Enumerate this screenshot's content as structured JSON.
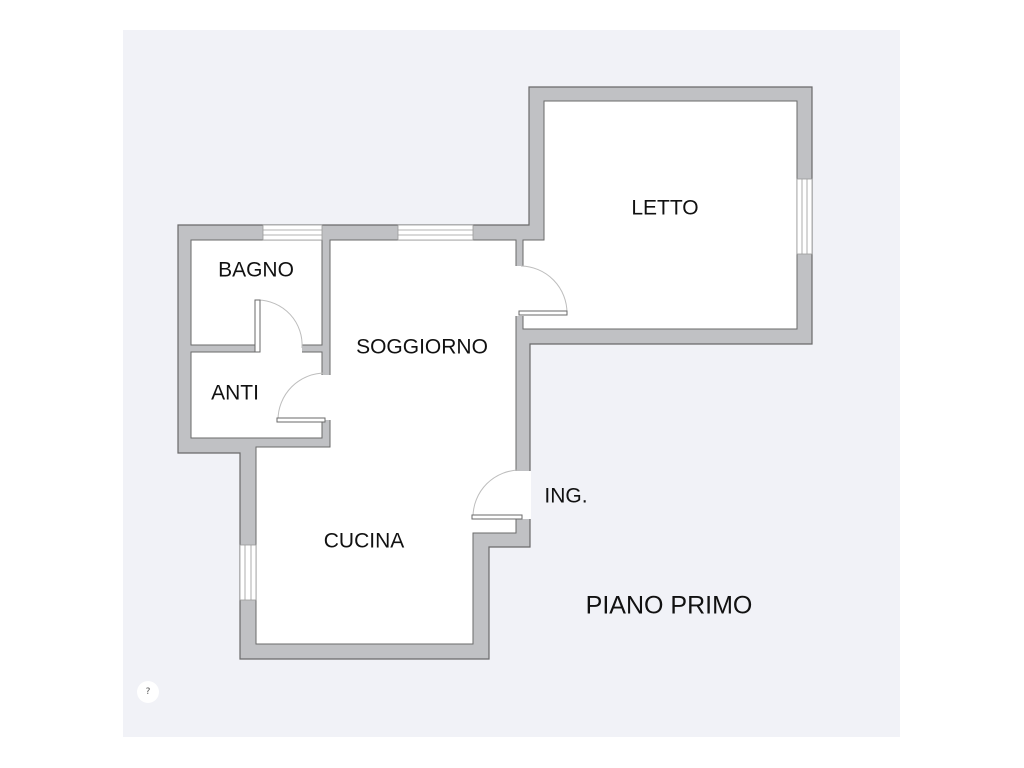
{
  "floor_title": "PIANO PRIMO",
  "rooms": {
    "letto": "LETTO",
    "bagno": "BAGNO",
    "soggiorno": "SOGGIORNO",
    "anti": "ANTI",
    "cucina": "CUCINA",
    "ingresso": "ING."
  },
  "help_icon": "?",
  "colors": {
    "background": "#f1f2f7",
    "wall": "#c0c1c4",
    "wall_edge": "#6a6a6a",
    "room": "#ffffff"
  }
}
